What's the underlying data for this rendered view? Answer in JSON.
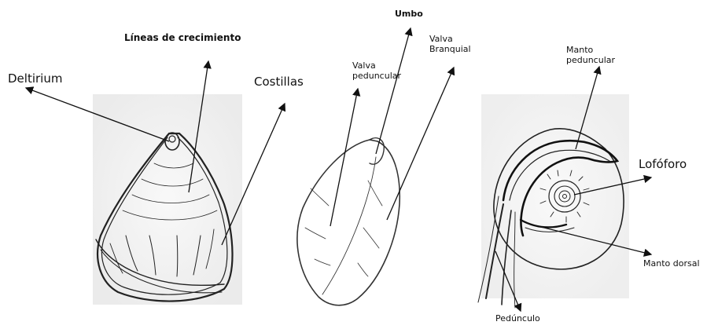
{
  "labels": {
    "deltirium": "Deltirium",
    "lineas_crecimiento": "Líneas de crecimiento",
    "costillas": "Costillas",
    "umbo": "Umbo",
    "valva_peduncular": "Valva peduncular",
    "valva_branquial": "Valva Branquial",
    "manto_peduncular": "Manto peduncular",
    "lofoforo": "Lofóforo",
    "manto_dorsal": "Manto dorsal",
    "pedunculo": "Pedúnculo"
  },
  "colors": {
    "ink": "#111111",
    "paper_shade": "#ececec"
  }
}
